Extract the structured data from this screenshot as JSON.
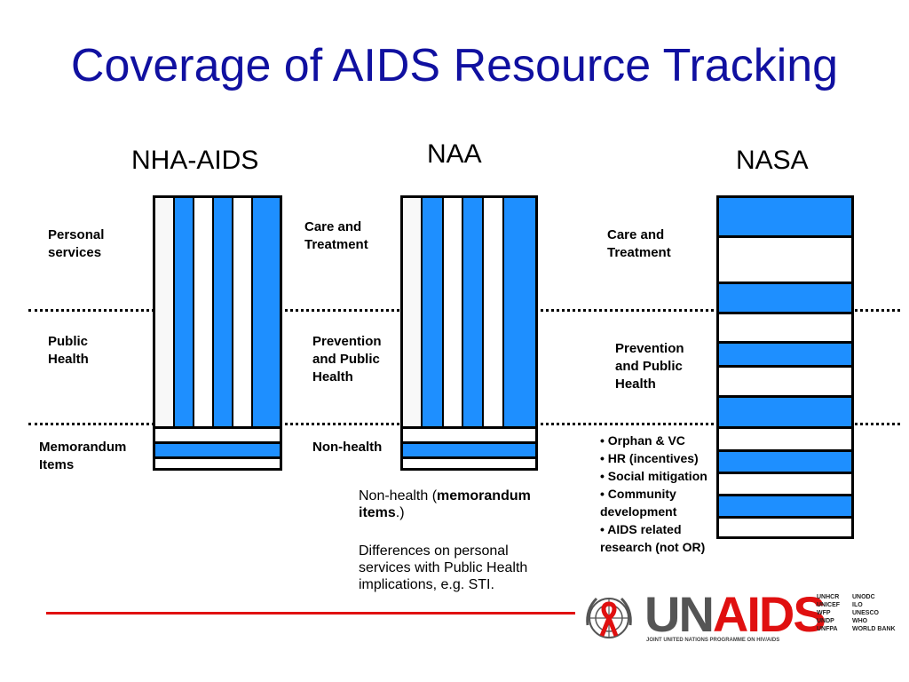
{
  "title": "Coverage of AIDS Resource Tracking",
  "columns": {
    "nha": "NHA-AIDS",
    "naa": "NAA",
    "nasa": "NASA"
  },
  "nha_labels": {
    "personal": "Personal services",
    "public": "Public Health",
    "memo": "Memorandum Items"
  },
  "naa_labels": {
    "care": "Care and Treatment",
    "prevention": "Prevention and Public Health",
    "nonhealth": "Non-health"
  },
  "nasa_labels": {
    "care": "Care and Treatment",
    "prevention": "Prevention and Public Health"
  },
  "nasa_bullets": [
    "• Orphan & VC",
    "• HR (incentives)",
    "• Social mitigation",
    "• Community development",
    "• AIDS related research (not OR)"
  ],
  "notes": {
    "line1_pre": "Non-health (",
    "line1_bold": "memorandum items",
    "line1_post": ".)",
    "line2": "Differences on personal services with Public Health implications, e.g. STI."
  },
  "logo": {
    "un": "UN",
    "aids": "AIDS",
    "subtitle": "JOINT UNITED NATIONS PROGRAMME ON HIV/AIDS",
    "orgs_left": [
      "UNHCR",
      "UNICEF",
      "WFP",
      "UNDP",
      "UNFPA"
    ],
    "orgs_right": [
      "UNODC",
      "ILO",
      "UNESCO",
      "WHO",
      "WORLD BANK"
    ]
  },
  "colors": {
    "title": "#1010a0",
    "fill": "#1e8fff",
    "accent_line": "#e01010",
    "logo_red": "#e01010",
    "logo_gray": "#555555"
  }
}
